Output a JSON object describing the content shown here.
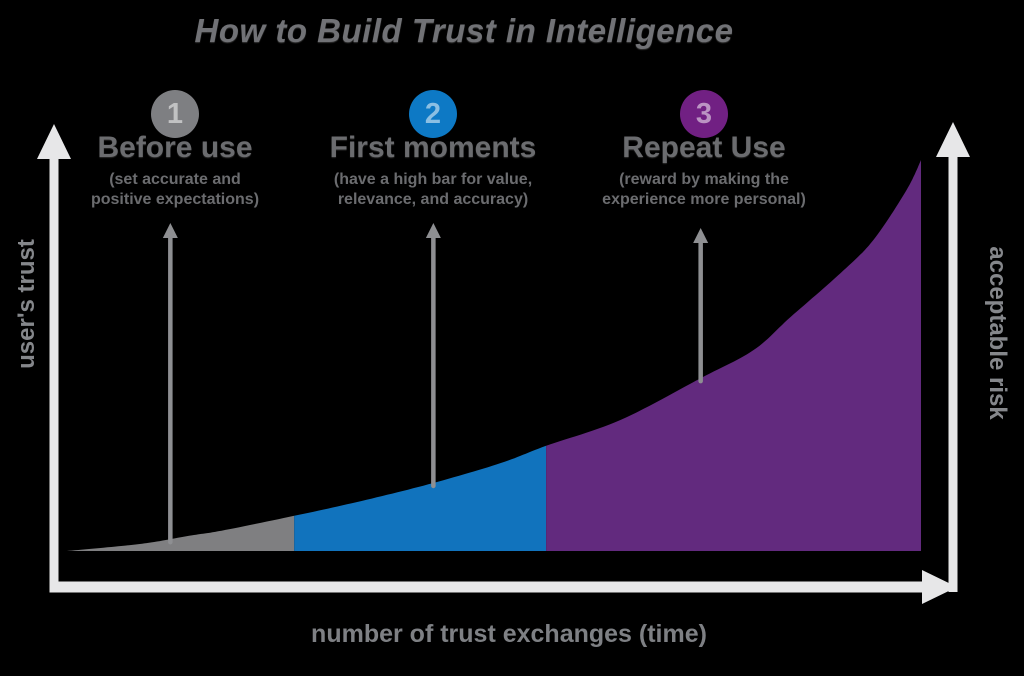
{
  "title": "How to Build Trust in Intelligence",
  "axis": {
    "left_label": "user's trust",
    "right_label": "acceptable risk",
    "bottom_label": "number of trust exchanges (time)"
  },
  "stages": [
    {
      "number": "1",
      "heading": "Before use",
      "caption_lines": [
        "(set accurate and",
        "positive expectations)"
      ],
      "color": "#7e7f82",
      "arrow_t": 0.121
    },
    {
      "number": "2",
      "heading": "First moments",
      "caption_lines": [
        "(have a high bar for value,",
        "relevance, and accuracy)"
      ],
      "color": "#0d79c5",
      "arrow_t": 0.429
    },
    {
      "number": "3",
      "heading": "Repeat Use",
      "caption_lines": [
        "(reward by making the",
        "experience more personal)"
      ],
      "color": "#712083",
      "arrow_t": 0.742
    }
  ],
  "chart_data": {
    "type": "area",
    "title": "How to Build Trust in Intelligence",
    "xlabel": "number of trust exchanges (time)",
    "ylabel": "user's trust",
    "ylabel_right": "acceptable risk",
    "x_range": [
      0,
      1
    ],
    "y_range": [
      0,
      1
    ],
    "grid": false,
    "legend": "none",
    "curve_shape": "exponential growth of user's trust as trust exchanges accumulate",
    "curve_points": [
      [
        0,
        0
      ],
      [
        0.06,
        0.012
      ],
      [
        0.099,
        0.022
      ],
      [
        0.146,
        0.04
      ],
      [
        0.181,
        0.052
      ],
      [
        0.266,
        0.09
      ],
      [
        0.345,
        0.128
      ],
      [
        0.429,
        0.174
      ],
      [
        0.508,
        0.225
      ],
      [
        0.561,
        0.269
      ],
      [
        0.648,
        0.335
      ],
      [
        0.742,
        0.442
      ],
      [
        0.804,
        0.514
      ],
      [
        0.847,
        0.598
      ],
      [
        0.906,
        0.711
      ],
      [
        0.944,
        0.795
      ],
      [
        0.983,
        0.923
      ],
      [
        1,
        1
      ]
    ],
    "phases": [
      {
        "label": "Before use",
        "x_start": 0,
        "x_end": 0.266,
        "color": "#7f7f81"
      },
      {
        "label": "First moments",
        "x_start": 0.266,
        "x_end": 0.561,
        "color": "#1173bd"
      },
      {
        "label": "Repeat Use",
        "x_start": 0.561,
        "x_end": 1,
        "color": "#622a7e"
      }
    ]
  },
  "colors": {
    "background": "#000000",
    "title_text": "#717276",
    "caption_text": "#6b6c6f",
    "axis_label_text": "#85878b",
    "axis_arrow": "#e7e7e8",
    "pointer_arrow": "#8e8f92"
  }
}
